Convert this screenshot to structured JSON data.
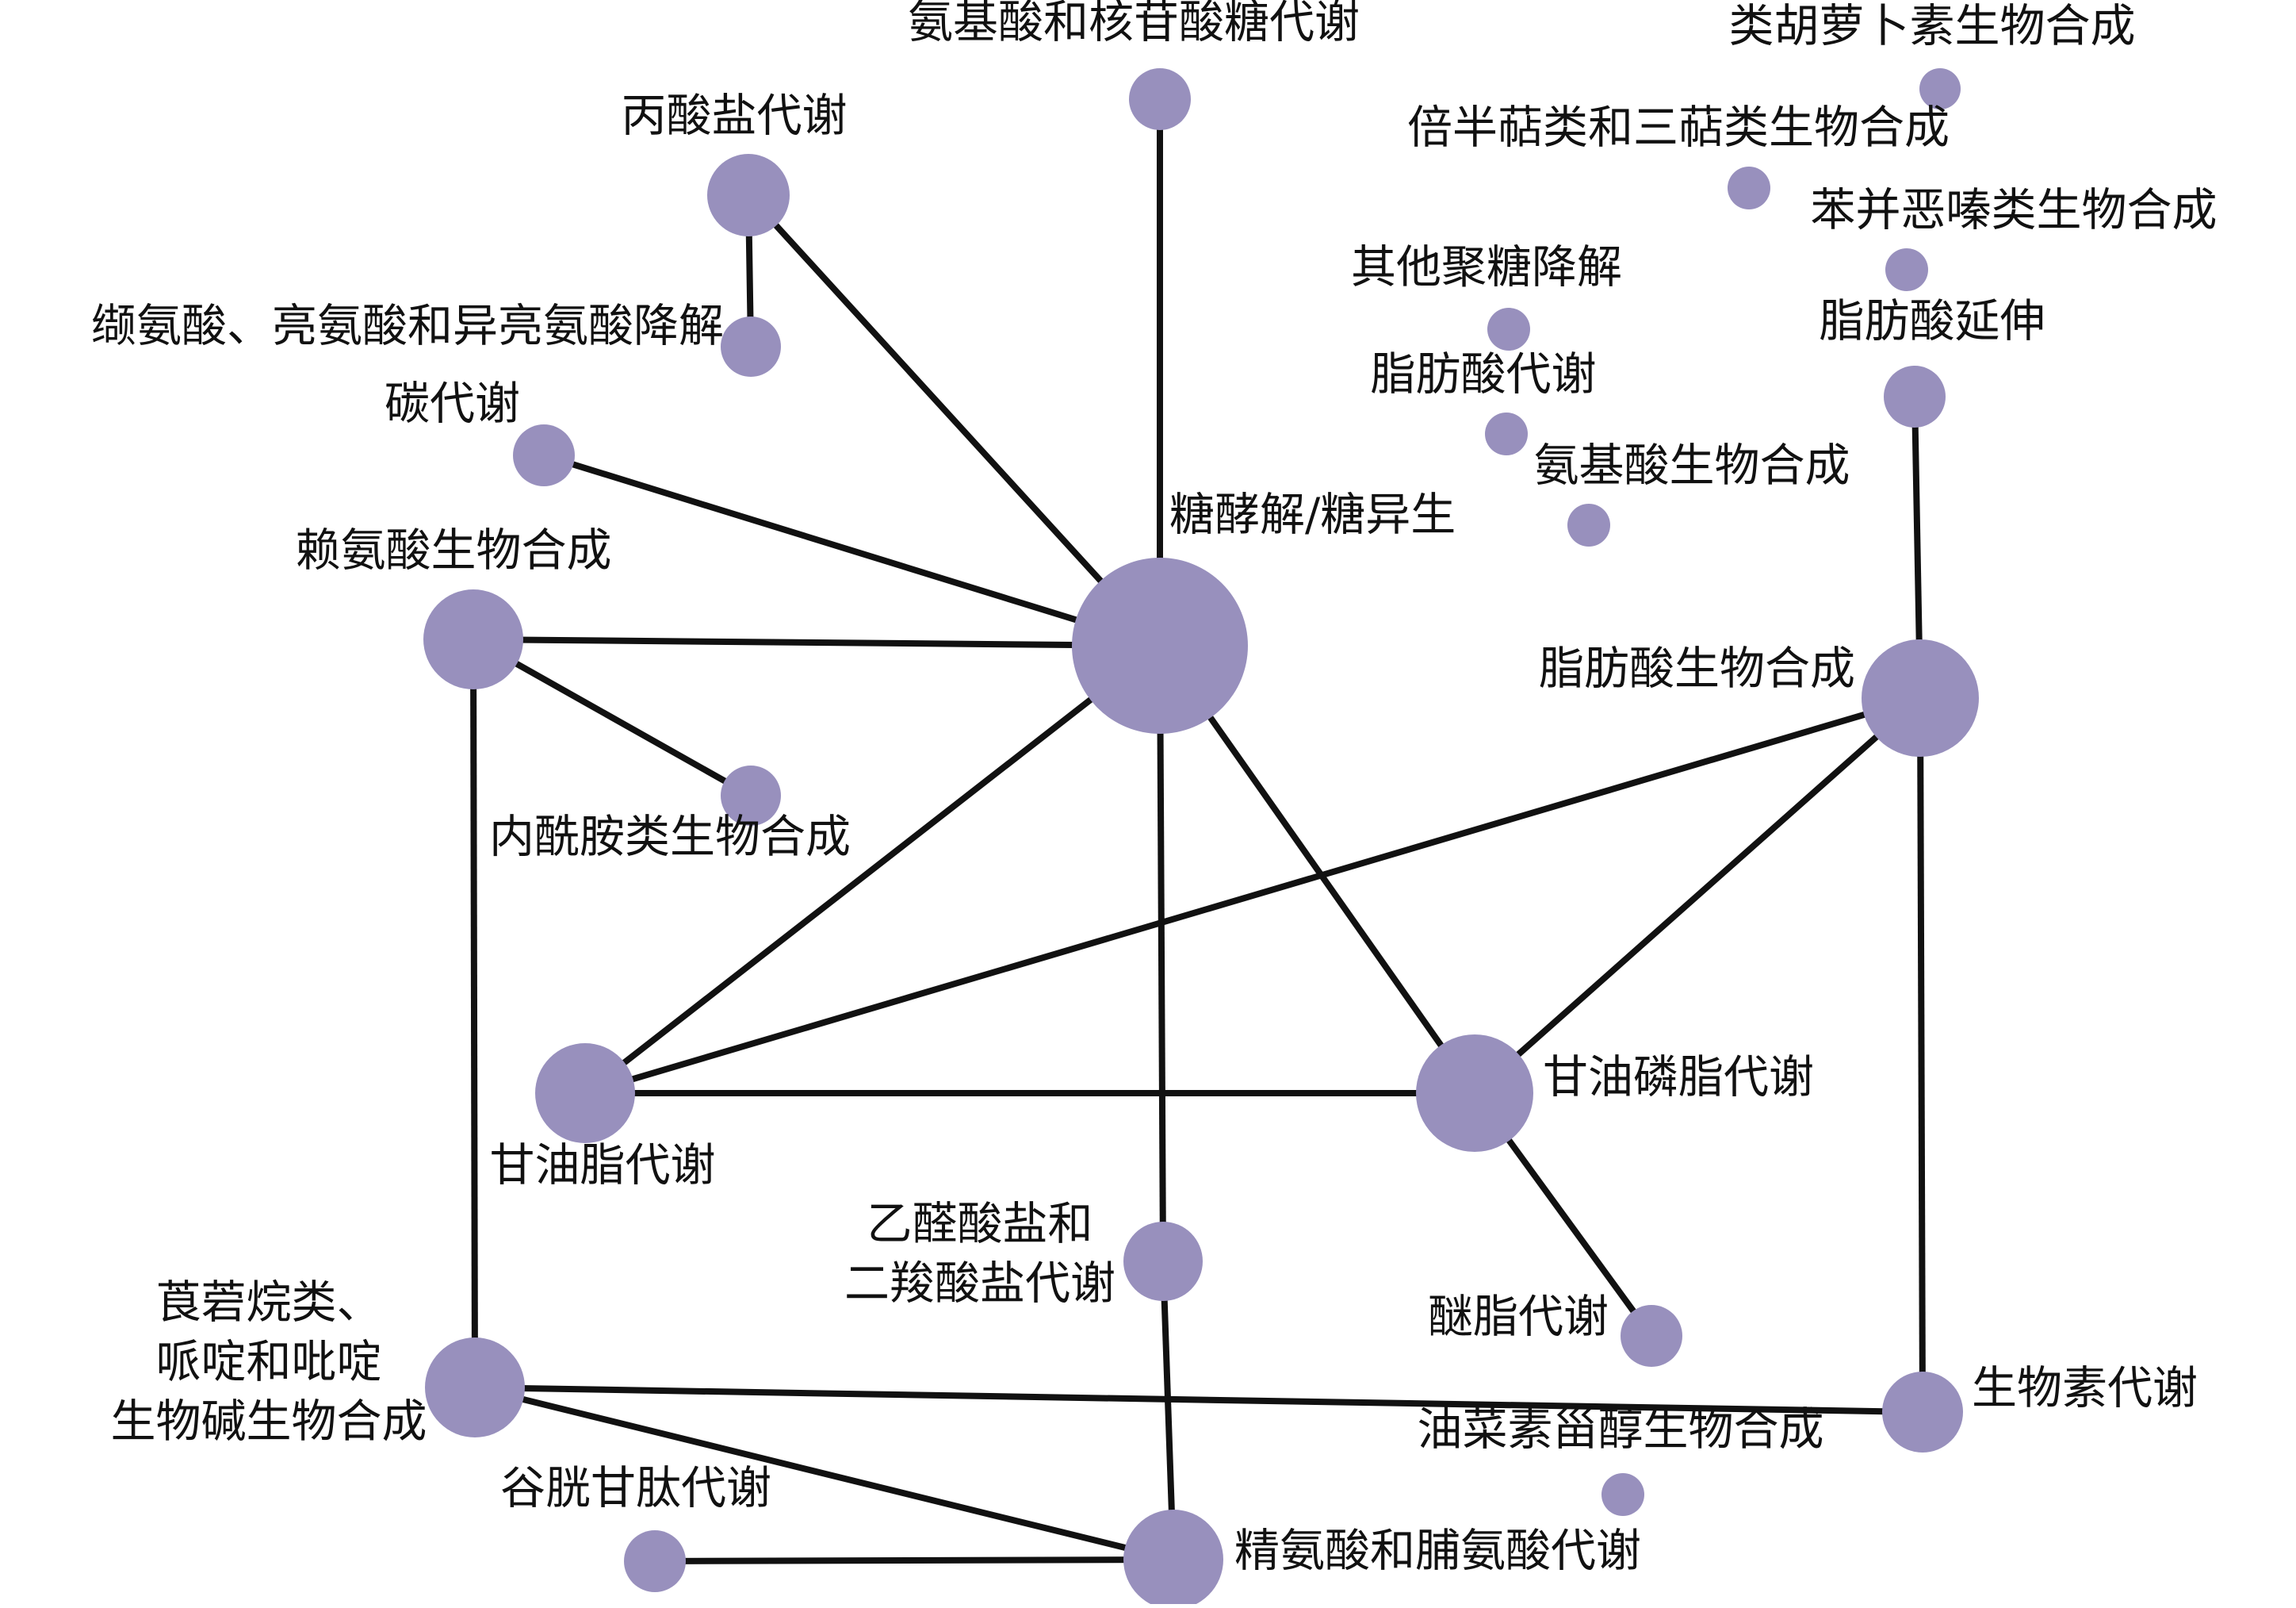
{
  "diagram": {
    "colors": {
      "node": "#9890bd",
      "edge": "#111111",
      "text": "#111111"
    },
    "nodes": [
      {
        "id": "glycolysis",
        "label_lines": [
          "糖酵解/糖异生"
        ]
      },
      {
        "id": "aa_nucleotide_sugar",
        "label_lines": [
          "氨基酸和核苷酸糖代谢"
        ]
      },
      {
        "id": "propanoate",
        "label_lines": [
          "丙酸盐代谢"
        ]
      },
      {
        "id": "val_leu_ile_deg",
        "label_lines": [
          "缬氨酸、亮氨酸和异亮氨酸降解"
        ]
      },
      {
        "id": "carbon",
        "label_lines": [
          "碳代谢"
        ]
      },
      {
        "id": "lysine_bio",
        "label_lines": [
          "赖氨酸生物合成"
        ]
      },
      {
        "id": "caprolactam",
        "label_lines": [
          "内酰胺类生物合成"
        ]
      },
      {
        "id": "glycerolipid",
        "label_lines": [
          "甘油脂代谢"
        ]
      },
      {
        "id": "glycerophospholipid",
        "label_lines": [
          "甘油磷脂代谢"
        ]
      },
      {
        "id": "fa_bio",
        "label_lines": [
          "脂肪酸生物合成"
        ]
      },
      {
        "id": "fa_elong",
        "label_lines": [
          "脂肪酸延伸"
        ]
      },
      {
        "id": "carotenoid",
        "label_lines": [
          "类胡萝卜素生物合成"
        ]
      },
      {
        "id": "sesquiterpenoid",
        "label_lines": [
          "倍半萜类和三萜类生物合成"
        ]
      },
      {
        "id": "benzoxazinoid",
        "label_lines": [
          "苯并恶嗪类生物合成"
        ]
      },
      {
        "id": "other_glycan",
        "label_lines": [
          "其他聚糖降解"
        ]
      },
      {
        "id": "fa_metab",
        "label_lines": [
          "脂肪酸代谢"
        ]
      },
      {
        "id": "aa_bio",
        "label_lines": [
          "氨基酸生物合成"
        ]
      },
      {
        "id": "glyoxylate",
        "label_lines": [
          "乙醛酸盐和",
          "二羧酸盐代谢"
        ]
      },
      {
        "id": "ether_lipid",
        "label_lines": [
          "醚脂代谢"
        ]
      },
      {
        "id": "tropane",
        "label_lines": [
          "莨菪烷类、",
          "哌啶和吡啶",
          "生物碱生物合成"
        ]
      },
      {
        "id": "biotin",
        "label_lines": [
          "生物素代谢"
        ]
      },
      {
        "id": "brassinosteroid",
        "label_lines": [
          "油菜素甾醇生物合成"
        ]
      },
      {
        "id": "glutathione",
        "label_lines": [
          "谷胱甘肽代谢"
        ]
      },
      {
        "id": "arg_pro",
        "label_lines": [
          "精氨酸和脯氨酸代谢"
        ]
      }
    ],
    "edges": [
      [
        "aa_nucleotide_sugar",
        "glycolysis"
      ],
      [
        "propanoate",
        "glycolysis"
      ],
      [
        "propanoate",
        "val_leu_ile_deg"
      ],
      [
        "carbon",
        "glycolysis"
      ],
      [
        "lysine_bio",
        "glycolysis"
      ],
      [
        "lysine_bio",
        "caprolactam"
      ],
      [
        "lysine_bio",
        "tropane"
      ],
      [
        "glycolysis",
        "glycerolipid"
      ],
      [
        "glycolysis",
        "glycerophospholipid"
      ],
      [
        "glycolysis",
        "glyoxylate"
      ],
      [
        "fa_elong",
        "fa_bio"
      ],
      [
        "fa_bio",
        "glycerolipid"
      ],
      [
        "fa_bio",
        "glycerophospholipid"
      ],
      [
        "fa_bio",
        "biotin"
      ],
      [
        "glycerolipid",
        "glycerophospholipid"
      ],
      [
        "glycerophospholipid",
        "ether_lipid"
      ],
      [
        "glyoxylate",
        "arg_pro"
      ],
      [
        "tropane",
        "biotin"
      ],
      [
        "tropane",
        "arg_pro"
      ],
      [
        "glutathione",
        "arg_pro"
      ]
    ]
  }
}
